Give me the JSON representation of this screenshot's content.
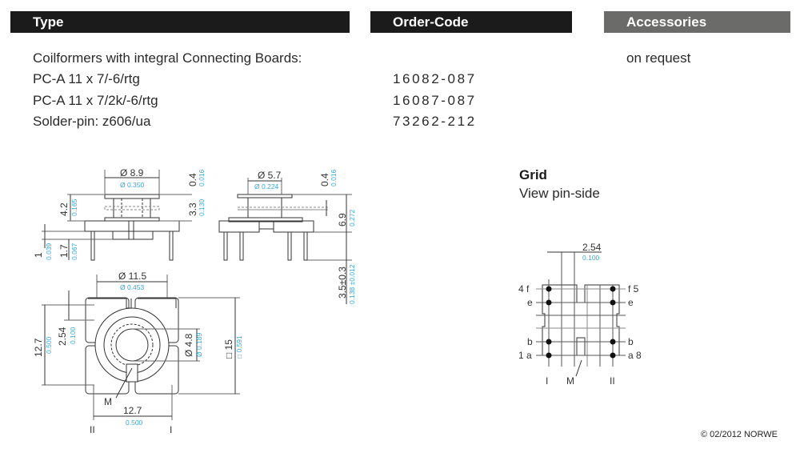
{
  "headers": {
    "type": "Type",
    "order_code": "Order-Code",
    "accessories": "Accessories"
  },
  "colors": {
    "header_dark": "#1b1b1b",
    "header_grey": "#6b6b69",
    "dimension_inch": "#35a8dc"
  },
  "types": {
    "intro": "Coilformers with integral Connecting Boards:",
    "rows": [
      {
        "type": "PC-A 11 x 7/-6/rtg",
        "code": "16082-087"
      },
      {
        "type": "PC-A 11 x 7/2k/-6/rtg",
        "code": "16087-087"
      },
      {
        "type": "Solder-pin: z606/ua",
        "code": "73262-212"
      }
    ]
  },
  "accessories": {
    "value": "on request"
  },
  "grid": {
    "title": "Grid",
    "subtitle": "View pin-side",
    "pitch_mm": "2.54",
    "pitch_in": "0.100",
    "pin_labels_left": [
      "4 f",
      "e",
      "b",
      "1 a"
    ],
    "pin_labels_right": [
      "f 5",
      "e",
      "b",
      "a 8"
    ],
    "marker_left": "I",
    "marker_mid": "M",
    "marker_right": "II"
  },
  "drawing": {
    "side1": {
      "dia_mm": "Ø 8.9",
      "dia_in": "Ø 0.350",
      "flange_mm": "0.4",
      "flange_in": "0.016",
      "height_mm": "4.2",
      "height_in": "0.165",
      "inner_mm": "3.3",
      "inner_in": "0.130",
      "base_mm": "1",
      "base_in": "0.039",
      "pin_mm": "1.7",
      "pin_in": "0.067"
    },
    "side2": {
      "dia_mm": "Ø 5.7",
      "dia_in": "Ø 0.224",
      "flange_mm": "0.4",
      "flange_in": "0.016",
      "height_mm": "6.9",
      "height_in": "0.272",
      "pin_mm": "3.5±0.3",
      "pin_in": "0.138 ±0.012"
    },
    "top": {
      "outer_dia_mm": "Ø 11.5",
      "outer_dia_in": "Ø 0.453",
      "pitch_v_mm": "12.7",
      "pitch_v_in": "0.500",
      "pin_step_mm": "2.54",
      "pin_step_in": "0.100",
      "inner_dia_mm": "Ø 4.8",
      "inner_dia_in": "Ø 0.189",
      "square_mm": "□ 15",
      "square_in": "□ 0.591",
      "pitch_h_mm": "12.7",
      "pitch_h_in": "0.500",
      "marker_m": "M",
      "marker_left": "II",
      "marker_right": "I"
    }
  },
  "footer": "© 02/2012 NORWE"
}
